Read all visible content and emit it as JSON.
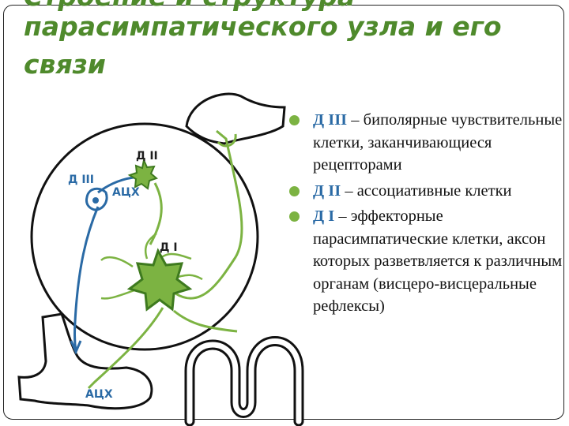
{
  "title_lines": [
    "Строение и структура",
    "парасимпатического узла и его",
    "связи"
  ],
  "diagram_labels": {
    "d3": "Д III",
    "d2": "Д II",
    "d1": "Д I",
    "ach_upper": "АЦХ",
    "ach_lower": "АЦХ"
  },
  "bullets": [
    {
      "term": "Д III",
      "text": " – биполярные чувствительные клетки, заканчивающиеся рецепторами"
    },
    {
      "term": "Д II",
      "text": " – ассоциативные клетки"
    },
    {
      "term": "Д I",
      "text": " – эффекторные парасимпатические клетки, аксон которых разветвляется к различным органам (висцеро-висцеральные рефлексы)"
    }
  ],
  "colors": {
    "title": "#4f8a2c",
    "term": "#2a6aa5",
    "bullet_dot": "#7cb342",
    "nerve_green": "#7cb342",
    "nerve_blue": "#2a6aa5",
    "star_fill": "#7cb342",
    "star_stroke": "#3e7a1f"
  }
}
